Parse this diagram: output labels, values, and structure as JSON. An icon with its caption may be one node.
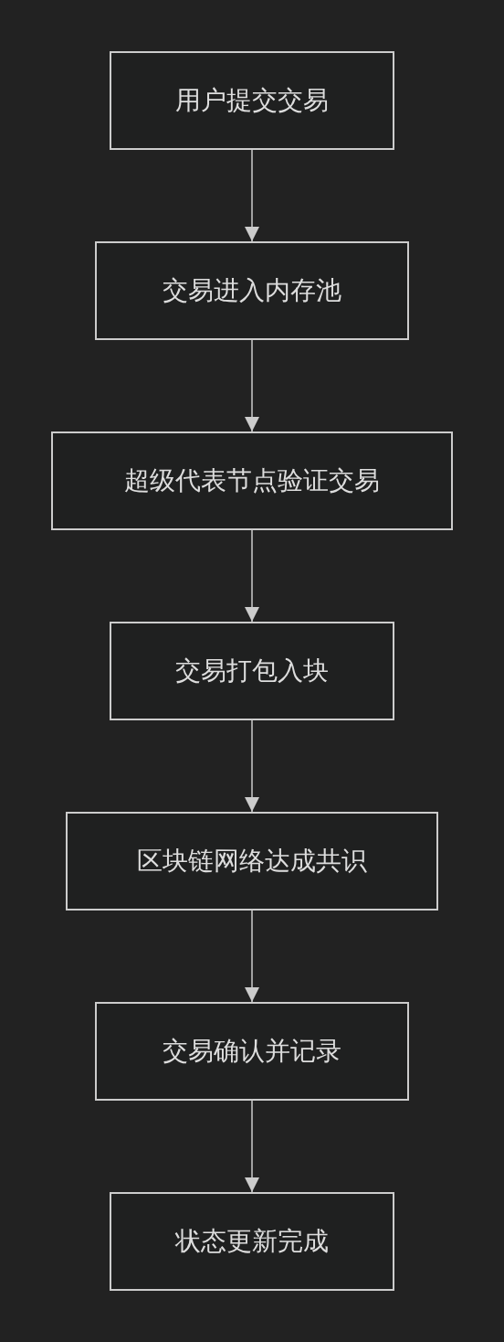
{
  "diagram": {
    "nodes": [
      {
        "text": [
          "用户提交交易"
        ]
      },
      {
        "text": [
          "交易进入内存池"
        ]
      },
      {
        "text": [
          "超级代表节点验证交易"
        ]
      },
      {
        "text": [
          "交易打包入块"
        ]
      },
      {
        "text": [
          "区块链网络达成共识"
        ]
      },
      {
        "text": [
          "交易确认并记录"
        ]
      },
      {
        "text": [
          "状态更新完成"
        ]
      }
    ],
    "edges": [
      {
        "from": 0,
        "to": 1,
        "arrow": "to"
      },
      {
        "from": 1,
        "to": 2,
        "arrow": "to"
      },
      {
        "from": 2,
        "to": 3,
        "arrow": "to"
      },
      {
        "from": 3,
        "to": 4,
        "arrow": "to"
      },
      {
        "from": 4,
        "to": 5,
        "arrow": "to"
      },
      {
        "from": 5,
        "to": 6,
        "arrow": "to"
      }
    ]
  }
}
